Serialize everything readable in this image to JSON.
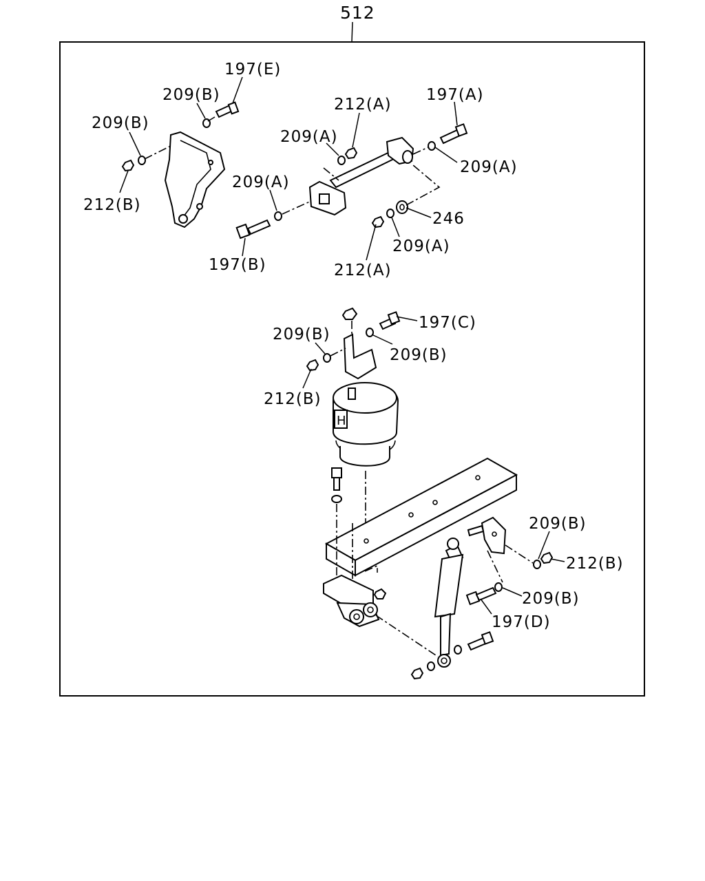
{
  "diagram": {
    "group_number": "512",
    "callouts": {
      "c197E": "197(E)",
      "c209B_top": "209(B)",
      "c209B_left": "209(B)",
      "c212B_left": "212(B)",
      "c212A_top": "212(A)",
      "c197A": "197(A)",
      "c209A_mid": "209(A)",
      "c209A_right": "209(A)",
      "c209A_left": "209(A)",
      "c246": "246",
      "c209A_low": "209(A)",
      "c197B": "197(B)",
      "c212A_low": "212(A)",
      "c197C": "197(C)",
      "c209B_bag_left": "209(B)",
      "c209B_bag_right": "209(B)",
      "c212B_bag": "212(B)",
      "c209B_shock_top": "209(B)",
      "c212B_shock": "212(B)",
      "c209B_shock_low": "209(B)",
      "c197D": "197(D)"
    },
    "airbag_emblem": "H"
  }
}
